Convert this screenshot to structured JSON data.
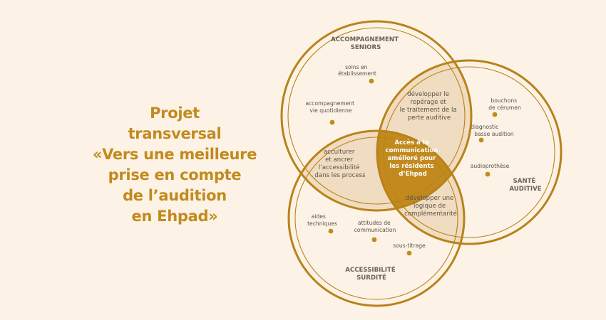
{
  "title": {
    "lines": [
      "Projet",
      "transversal",
      "«Vers une meilleure",
      "prise en compte",
      "de l’audition",
      "en Ehpad»"
    ]
  },
  "colors": {
    "background": "#fcf3e6",
    "accent": "#c28a1e",
    "circle_stroke": "#b9821a",
    "intersection_fill": "#f0dcc0",
    "center_fill": "#c28a1e"
  },
  "sets": {
    "accompagnement": {
      "lines": [
        "ACCOMPAGNEMENT",
        "SENIORS"
      ]
    },
    "sante": {
      "lines": [
        "SANTÉ",
        "AUDITIVE"
      ]
    },
    "accessibilite": {
      "lines": [
        "ACCESSIBILITÉ",
        "SURDITÉ"
      ]
    }
  },
  "items": {
    "soins": {
      "lines": [
        "soins en",
        "établissement"
      ]
    },
    "accompagnement_vie": {
      "lines": [
        "accompagnement",
        "vie quotidienne"
      ]
    },
    "bouchons": {
      "lines": [
        "bouchons",
        "de cérumen"
      ]
    },
    "diagnostic": {
      "lines": [
        "diagnostic",
        "basse audition"
      ]
    },
    "audioprothese": {
      "lines": [
        "audioprothèse"
      ]
    },
    "aides": {
      "lines": [
        "aides",
        "techniques"
      ]
    },
    "attitudes": {
      "lines": [
        "attitudes de",
        "communication"
      ]
    },
    "sous_titrage": {
      "lines": [
        "sous-titrage"
      ]
    }
  },
  "intersections": {
    "reperage": {
      "lines": [
        "développer le",
        "repérage et",
        "le traitement de la",
        "perte auditive"
      ]
    },
    "acculturer": {
      "lines": [
        "acculturer",
        "et ancrer",
        "l’accessibilité",
        "dans les process"
      ]
    },
    "complementarite": {
      "lines": [
        "développer une",
        "logique de",
        "complémentarité"
      ]
    }
  },
  "center": {
    "lines": [
      "Accès à la",
      "communication",
      "amélioré pour",
      "les résidents",
      "d’Ehpad"
    ]
  }
}
